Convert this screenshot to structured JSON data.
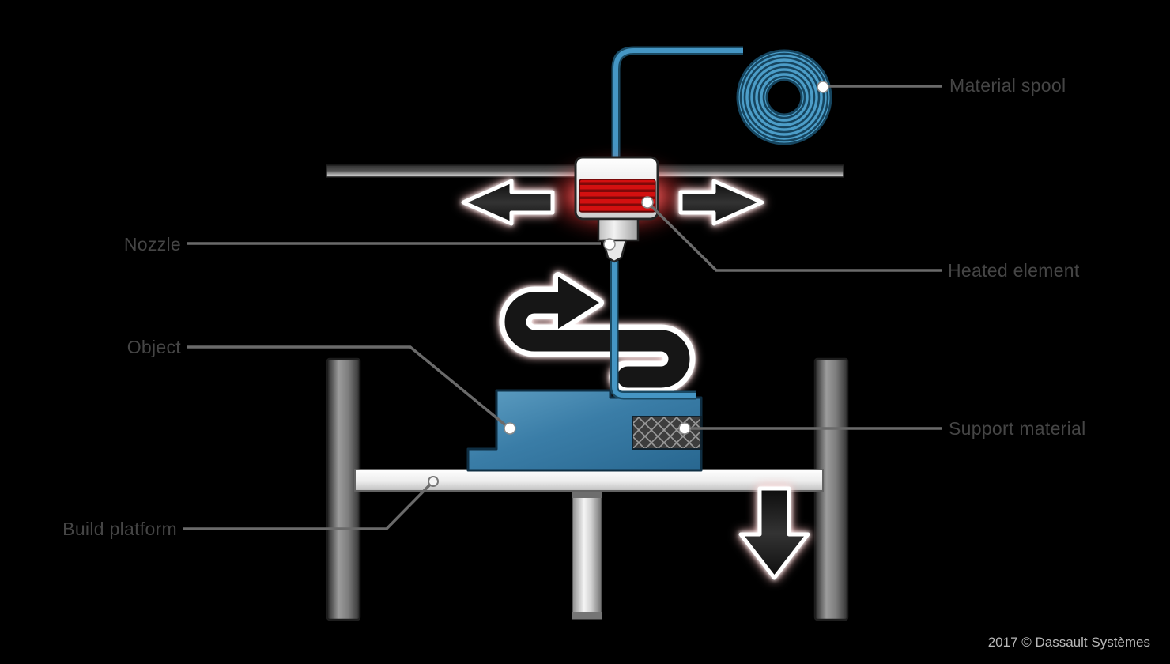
{
  "diagram": {
    "type": "3d-printer-fdm-process-diagram",
    "labels": {
      "material_spool": "Material spool",
      "nozzle": "Nozzle",
      "heated_element": "Heated element",
      "object": "Object",
      "support_material": "Support material",
      "build_platform": "Build platform"
    },
    "copyright": "2017 © Dassault Systèmes",
    "icons": {
      "move_left_arrow": "left-motion-arrow",
      "move_right_arrow": "right-motion-arrow",
      "toolpath_arrow": "serpentine-print-path-arrow",
      "platform_down_arrow": "down-motion-arrow"
    },
    "colors": {
      "background": "#000000",
      "filament_blue": "#4596c4",
      "filament_dark_blue": "#1a4a63",
      "heater_red": "#d31010",
      "heater_red_dark": "#7e0909",
      "heater_glow": "#ff4444",
      "object_blue": "#3a7da7",
      "object_outline": "#0f2f44",
      "support_gray": "#3d3d3d",
      "support_lattice": "#9b9b9b",
      "metal_light": "#f0f0f0",
      "metal_dark": "#2e2e2e",
      "arrow_black": "#161616",
      "label_text": "#454545",
      "leader_line": "#6a6a6a",
      "glow_pink": "#ffc4c4"
    }
  }
}
